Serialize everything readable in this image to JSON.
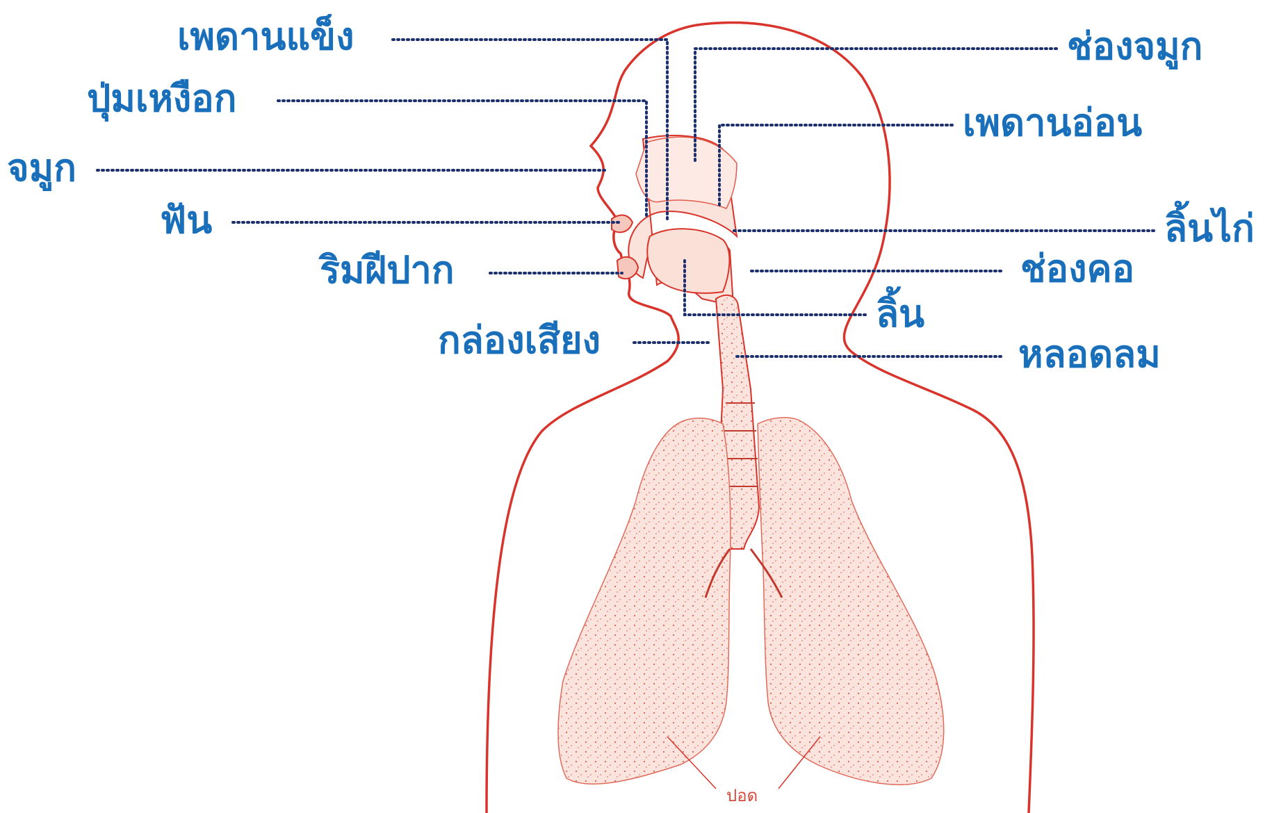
{
  "labels": {
    "hard_palate": "เพดานแข็ง",
    "alveolar_ridge": "ปุ่มเหงือก",
    "nose": "จมูก",
    "teeth": "ฟัน",
    "lips": "ริมฝีปาก",
    "larynx": "กล่องเสียง",
    "nasal_cavity": "ช่องจมูก",
    "soft_palate": "เพดานอ่อน",
    "uvula": "ลิ้นไก่",
    "pharynx": "ช่องคอ",
    "tongue": "ลิ้น",
    "trachea": "หลอดลม",
    "lungs": "ปอด"
  },
  "colors": {
    "label": "#1a6fba",
    "leader": "#1c2f6e",
    "outline": "#d9342b",
    "fill": "#fbe3dc"
  }
}
